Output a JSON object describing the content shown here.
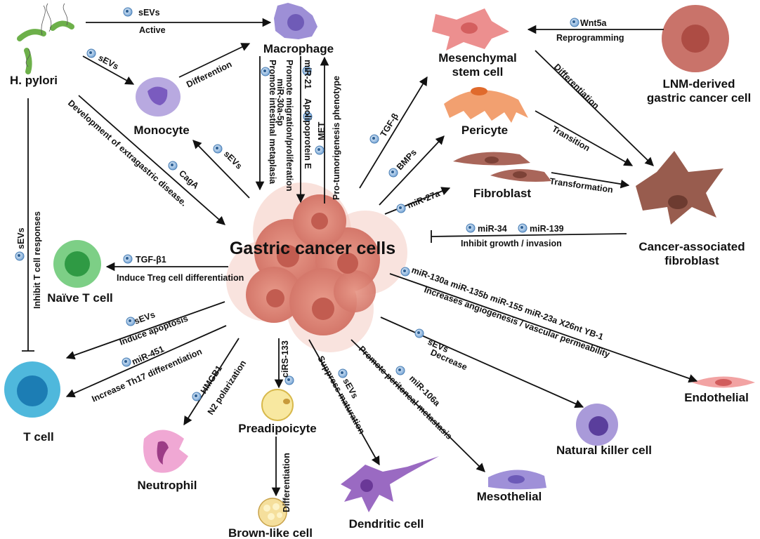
{
  "center": {
    "title": "Gastric cancer cells"
  },
  "nodes": {
    "h_pylori": "H. pylori",
    "monocyte": "Monocyte",
    "macrophage": "Macrophage",
    "msc_1": "Mesenchymal",
    "msc_2": "stem cell",
    "lnm_1": "LNM-derived",
    "lnm_2": "gastric cancer cell",
    "pericyte": "Pericyte",
    "fibroblast": "Fibroblast",
    "caf_1": "Cancer-associated",
    "caf_2": "fibroblast",
    "naive_t": "Naïve T cell",
    "t_cell": "T cell",
    "neutrophil": "Neutrophil",
    "preadipocyte": "Preadipoicyte",
    "brown_like": "Brown-like cell",
    "dendritic": "Dendritic cell",
    "mesothelial": "Mesothelial",
    "nk": "Natural killer cell",
    "endothelial": "Endothelial"
  },
  "edges": {
    "hp_mac_top": "sEVs",
    "hp_mac_bottom": "Active",
    "hp_mono": "sEVs",
    "mono_mac": "Differention",
    "hp_gc_line1": "Development of extragastric disease.",
    "hp_gc_mol": "CagA",
    "gc_mono": "sEVs",
    "hp_t_mol": "sEVs",
    "hp_t_text": "Inhibit T cell responses",
    "mac_gc1_text": "Promote intestinal metaplasia",
    "mac_gc1_mol": "miR-30a-5p",
    "mac_gc2_text": "Promote migration/proliferation",
    "mac_gc2_mol": "miR-21",
    "mac_gc2_mol2": "Apolipoprotein E",
    "gc_mac_mol": "MET",
    "gc_mac_text": "Pro-tumorigenesis phenotype",
    "lnm_msc_mol": "Wnt5a",
    "lnm_msc_text": "Reprogramming",
    "msc_caf": "Differentiation",
    "gc_msc": "TGF-β",
    "gc_pericyte": "BMPs",
    "pericyte_caf": "Transition",
    "gc_fibro": "miR-27a",
    "fibro_caf": "Transformation",
    "caf_gc_mol1": "miR-34",
    "caf_gc_mol2": "miR-139",
    "caf_gc_text": "Inhibit growth / invasion",
    "gc_naive_mol": "TGF-β1",
    "gc_naive_text": "Induce Treg cell differentiation",
    "gc_t1_mol": "sEVs",
    "gc_t1_text": "Induce apoptosis",
    "gc_t2_mol": "miR-451",
    "gc_t2_text": "Increase Th17 differentiation",
    "gc_neut_mol": "HMGB1",
    "gc_neut_text": "N2 polarization",
    "gc_pread_mol": "ciRS-133",
    "pread_brown": "Differentiation",
    "gc_dc_text": "Suppress maturation",
    "gc_dc_mol": "sEVs",
    "gc_meso_text": "Promote peritoneal metastasis",
    "gc_meso_mol": "miR-106a",
    "gc_nk_mol": "sEVs",
    "gc_nk_text": "Decrease",
    "gc_endo_mols": "miR-130a  miR-135b  miR-155  miR-23a  X26nt  YB-1",
    "gc_endo_text": "Increases angiogenesis / vascular permeability"
  }
}
